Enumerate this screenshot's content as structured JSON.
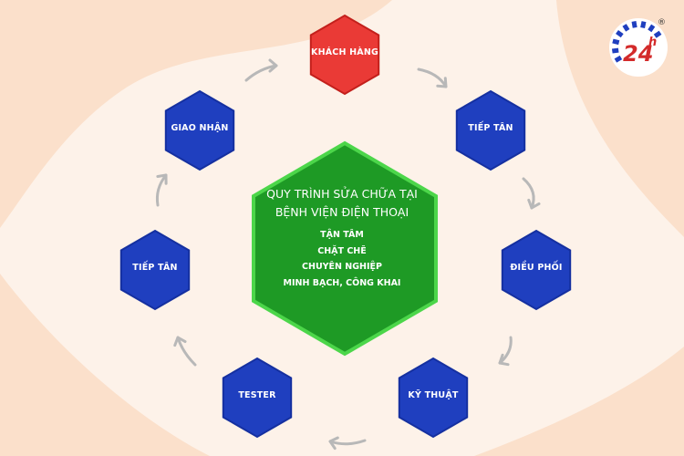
{
  "diagram": {
    "center": {
      "title_lines": [
        "QUY TRÌNH SỬA CHỮA TẠI",
        "BỆNH VIỆN ĐIỆN THOẠI"
      ],
      "values": [
        "TẬN TÂM",
        "CHẶT CHẼ",
        "CHUYÊN NGHIỆP",
        "MINH BẠCH, CÔNG KHAI"
      ],
      "fill": "#1e9a25",
      "border": "#4cd64a"
    },
    "steps": [
      {
        "label": "KHÁCH HÀNG",
        "fill": "#ea3a36",
        "border": "#c3201c"
      },
      {
        "label": "TIẾP TÂN",
        "fill": "#1f3fbf",
        "border": "#1530a0"
      },
      {
        "label": "ĐIỀU PHỐI",
        "fill": "#1f3fbf",
        "border": "#1530a0"
      },
      {
        "label": "KỸ THUẬT",
        "fill": "#1f3fbf",
        "border": "#1530a0"
      },
      {
        "label": "TESTER",
        "fill": "#1f3fbf",
        "border": "#1530a0"
      },
      {
        "label": "TIẾP TÂN",
        "fill": "#1f3fbf",
        "border": "#1530a0"
      },
      {
        "label": "GIAO NHẬN",
        "fill": "#1f3fbf",
        "border": "#1530a0"
      }
    ],
    "arrow_color": "#b8b8b8"
  },
  "logo": {
    "text": "24",
    "superscript": "h",
    "registered": "®",
    "color": "#d32a2a",
    "ring_color": "#1f3fbf"
  }
}
